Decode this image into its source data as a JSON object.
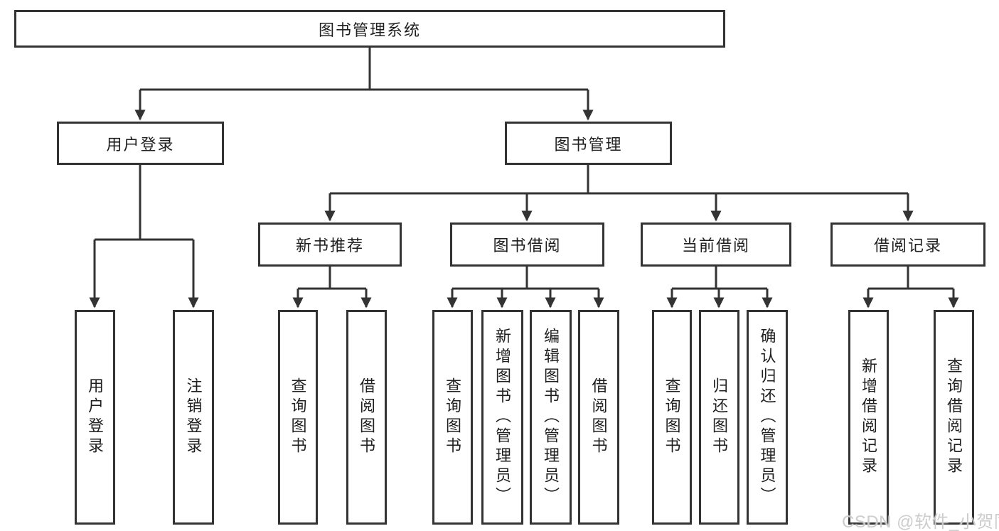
{
  "colors": {
    "line": "#333333",
    "box_border": "#333333",
    "text": "#1f1f1f",
    "watermark": "#cacaca",
    "background": "#ffffff"
  },
  "watermark": {
    "text": "CSDN @软件_小贺同学"
  },
  "tree": {
    "label": "图书管理系统",
    "children": [
      {
        "label": "用户登录",
        "children": [
          {
            "label": "用户登录"
          },
          {
            "label": "注销登录"
          }
        ]
      },
      {
        "label": "图书管理",
        "children": [
          {
            "label": "新书推荐",
            "children": [
              {
                "label": "查询图书"
              },
              {
                "label": "借阅图书"
              }
            ]
          },
          {
            "label": "图书借阅",
            "children": [
              {
                "label": "查询图书"
              },
              {
                "label": "新增图书（管理员）"
              },
              {
                "label": "编辑图书（管理员）"
              },
              {
                "label": "借阅图书"
              }
            ]
          },
          {
            "label": "当前借阅",
            "children": [
              {
                "label": "查询图书"
              },
              {
                "label": "归还图书"
              },
              {
                "label": "确认归还（管理员）"
              }
            ]
          },
          {
            "label": "借阅记录",
            "children": [
              {
                "label": "新增借阅记录"
              },
              {
                "label": "查询借阅记录"
              }
            ]
          }
        ]
      }
    ]
  }
}
